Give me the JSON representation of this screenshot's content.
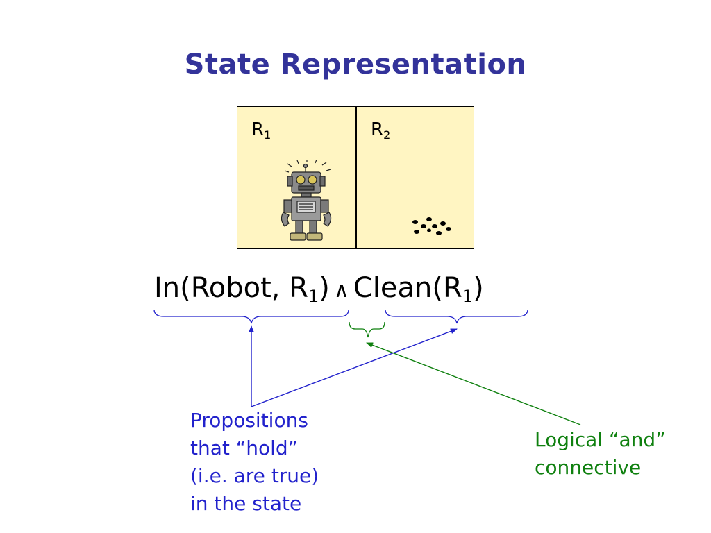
{
  "slide": {
    "title": "State Representation"
  },
  "rooms": {
    "r1": {
      "base": "R",
      "sub": "1"
    },
    "r2": {
      "base": "R",
      "sub": "2"
    }
  },
  "formula": {
    "p1_open": "In(Robot, R",
    "p1_sub": "1",
    "p1_close": ")",
    "and_symbol": "∧",
    "p2_open": "Clean(R",
    "p2_sub": "1",
    "p2_close": ")"
  },
  "annotations": {
    "propositions": [
      "Propositions",
      "that “hold”",
      "(i.e. are true)",
      "in the state"
    ],
    "connective": [
      "Logical “and”",
      "connective"
    ]
  },
  "colors": {
    "title": "#33339a",
    "room_fill": "#fff5c2",
    "propositions_annotation": "#2222cc",
    "connective_annotation": "#0f800f"
  }
}
